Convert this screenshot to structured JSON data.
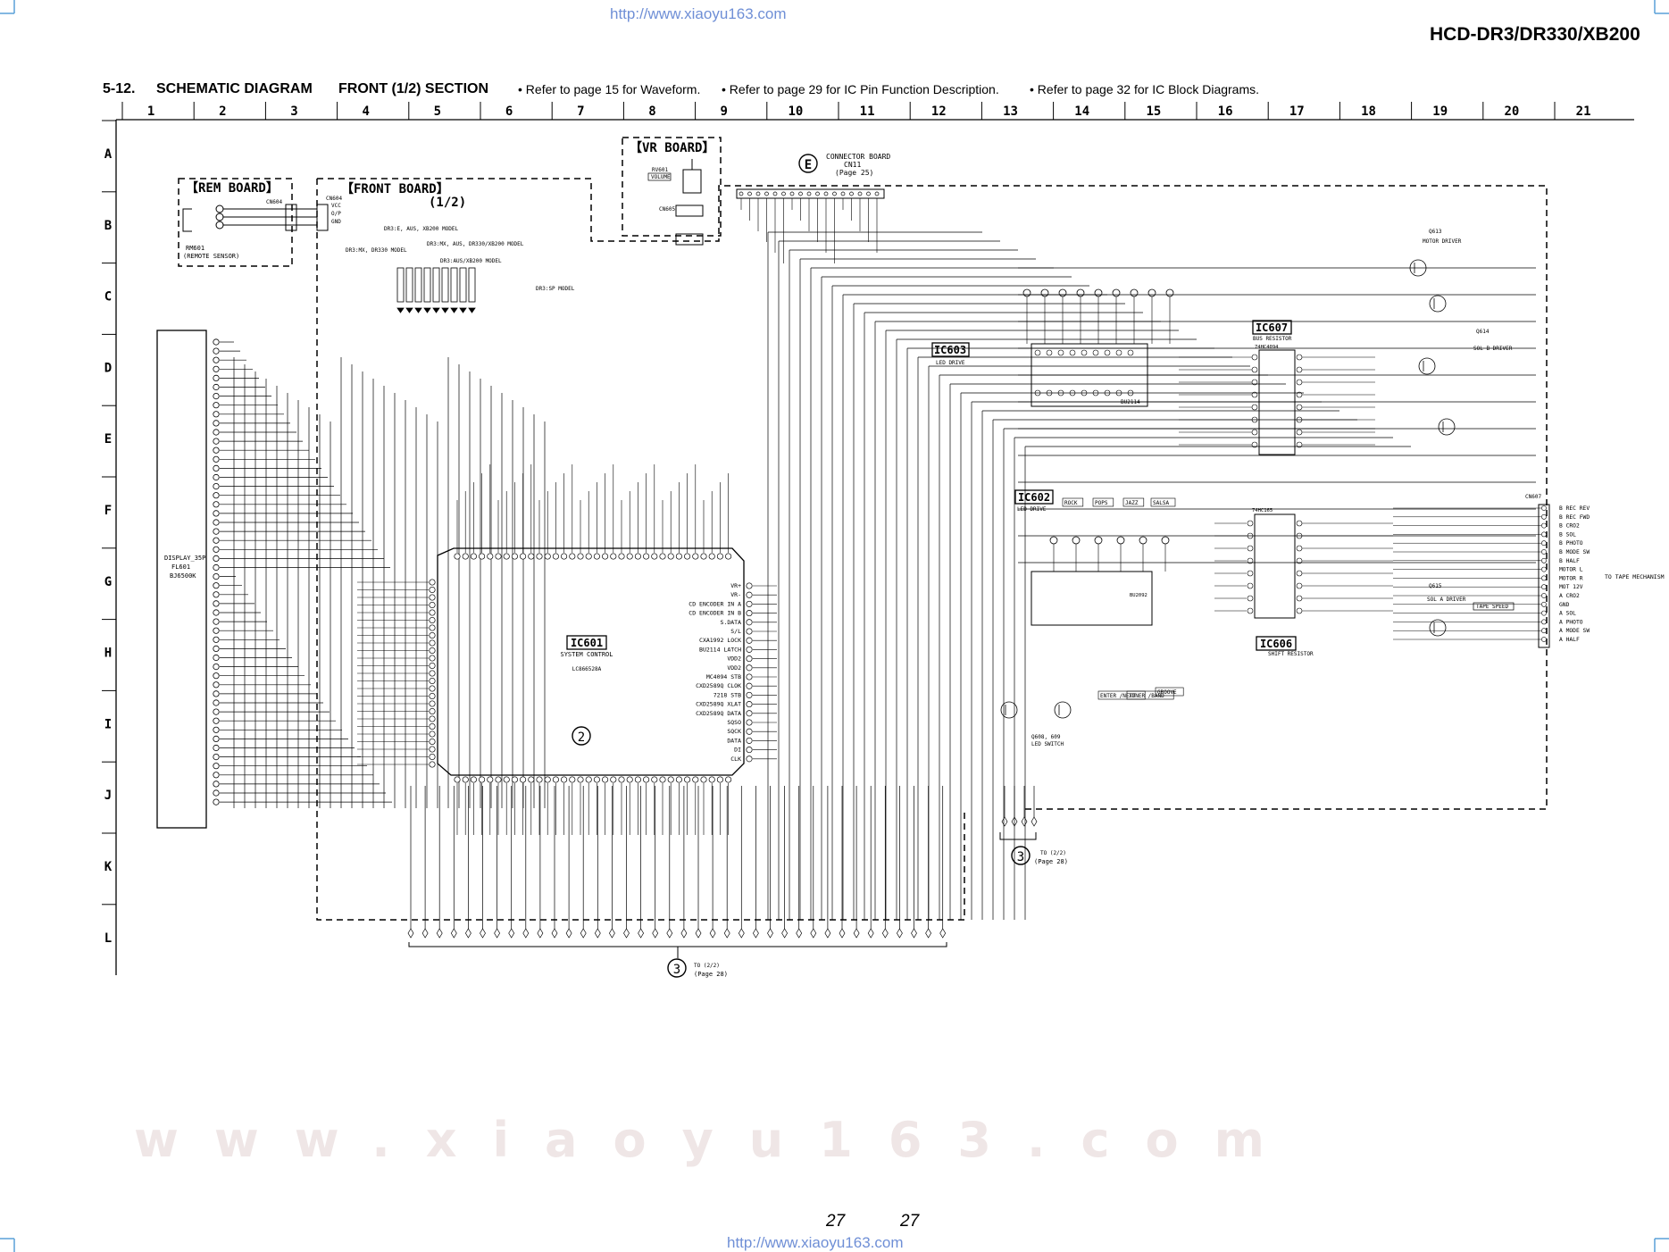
{
  "header": {
    "url_top": "http://www.xiaoyu163.com",
    "model": "HCD-DR3/DR330/XB200",
    "section_number": "5-12.",
    "section_title": "SCHEMATIC DIAGRAM",
    "section_sub": "FRONT (1/2) SECTION",
    "notes": [
      "• Refer to page 15 for Waveform.",
      "• Refer to page 29 for IC Pin Function Description.",
      "• Refer to page 32 for IC Block Diagrams."
    ]
  },
  "grid": {
    "columns": [
      "1",
      "2",
      "3",
      "4",
      "5",
      "6",
      "7",
      "8",
      "9",
      "10",
      "11",
      "12",
      "13",
      "14",
      "15",
      "16",
      "17",
      "18",
      "19",
      "20",
      "21"
    ],
    "rows": [
      "A",
      "B",
      "C",
      "D",
      "E",
      "F",
      "G",
      "H",
      "I",
      "J",
      "K",
      "L"
    ]
  },
  "boards": {
    "rem": {
      "title": "【REM BOARD】",
      "part": "RM601",
      "desc": "(REMOTE SENSOR)",
      "conn": "CN604"
    },
    "front": {
      "title": "【FRONT BOARD】",
      "sub": "(1/2)",
      "conn": "CN604",
      "pins": [
        "VCC",
        "O/P",
        "GND"
      ]
    },
    "vr": {
      "title": "【VR BOARD】",
      "part": "RV601",
      "desc": "VOLUME",
      "conn": "CN605"
    }
  },
  "connector_e": {
    "marker": "E",
    "label": "CONNECTOR BOARD",
    "ref": "CN11",
    "page": "(Page 25)"
  },
  "model_notes": [
    "DR3:E, AUS, XB200 MODEL",
    "DR3:MX, AUS, DR330/XB200 MODEL",
    "DR3:MX, DR330 MODEL",
    "DR3:AUS/XB200 MODEL",
    "DR3:SP MODEL"
  ],
  "ics": {
    "ic601": {
      "label": "IC601",
      "desc": "SYSTEM CONTROL",
      "part": "LC866528A"
    },
    "ic602": {
      "label": "IC602",
      "desc": "LED DRIVE",
      "part": "BU2092"
    },
    "ic603": {
      "label": "IC603",
      "desc": "LED DRIVE",
      "part": "BU2114"
    },
    "ic606": {
      "label": "IC606",
      "desc": "SHIFT RESISTOR",
      "part": "74HC165"
    },
    "ic607": {
      "label": "IC607",
      "desc": "BUS RESISTOR",
      "part": "74HC4094"
    }
  },
  "display": {
    "label": "DISPLAY_35P",
    "ref": "FL601",
    "part": "BJ6500K"
  },
  "markers": {
    "m2": "2",
    "m3": "3",
    "to_bottom": "TO (2/2)",
    "page_bottom": "(Page 28)",
    "to_right": "TO (2/2)",
    "page_right": "(Page 28)"
  },
  "transistors": {
    "q608": "Q608, 609",
    "q608_desc": "LED SWITCH",
    "q613": "Q613",
    "q613_desc": "MOTOR DRIVER",
    "q614": "Q614",
    "q614_desc": "SOL B DRIVER",
    "q615": "Q615",
    "q615_desc": "SOL A DRIVER"
  },
  "buttons": [
    "ROCK",
    "POPS",
    "JAZZ",
    "SALSA",
    "ENTER /NEXT",
    "TUNER /BAND",
    "GROOVE"
  ],
  "tape": {
    "conn": "CN607",
    "pins": [
      "B REC REV",
      "B REC FWD",
      "B CRO2",
      "B SOL",
      "B PHOTO",
      "B MODE SW",
      "B HALF",
      "MOTOR L",
      "MOTOR R",
      "MOT 12V",
      "A CRO2",
      "GND",
      "A SOL",
      "A PHOTO",
      "A MODE SW",
      "A HALF"
    ],
    "dest": "TO TAPE MECHANISM",
    "speed": "TAPE SPEED"
  },
  "ic601_right_pins": [
    "VR+",
    "VR-",
    "CD ENCODER IN A",
    "CD ENCODER IN B",
    "S.DATA",
    "S/L",
    "CXA1992 LOCK",
    "BU2114 LATCH",
    "VDD2",
    "VDD2",
    "MC4094 STB",
    "CXD2589Q CLOK",
    "7218 STB",
    "CXD2589Q XLAT",
    "CXD2589Q DATA",
    "SQSO",
    "SQCK",
    "DATA",
    "DI",
    "CLK"
  ],
  "footer": {
    "page_left": "27",
    "page_right": "27",
    "url_bottom": "http://www.xiaoyu163.com"
  },
  "colors": {
    "line": "#000000",
    "url": "#6f8fd6",
    "watermark": "#e8e0e0"
  }
}
